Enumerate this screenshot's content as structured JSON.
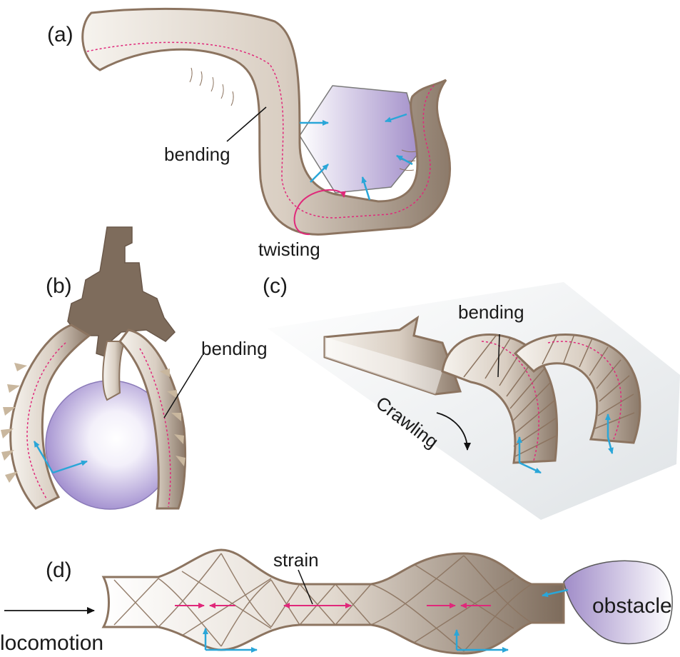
{
  "panels": {
    "a": {
      "tag": "(a)",
      "bending": "bending",
      "twisting": "twisting"
    },
    "b": {
      "tag": "(b)",
      "bending": "bending"
    },
    "c": {
      "tag": "(c)",
      "bending": "bending",
      "crawling": "Crawling"
    },
    "d": {
      "tag": "(d)",
      "strain": "strain",
      "obstacle": "obstacle",
      "locomotion": "locomotion"
    }
  },
  "colors": {
    "body_dark": "#8a7868",
    "body_light": "#f4f1ec",
    "outline": "#8c7460",
    "strain_line": "#e0287a",
    "force_arrow": "#2aa6d8",
    "object": "#a898d0",
    "gripper": "#7e6c5c"
  }
}
